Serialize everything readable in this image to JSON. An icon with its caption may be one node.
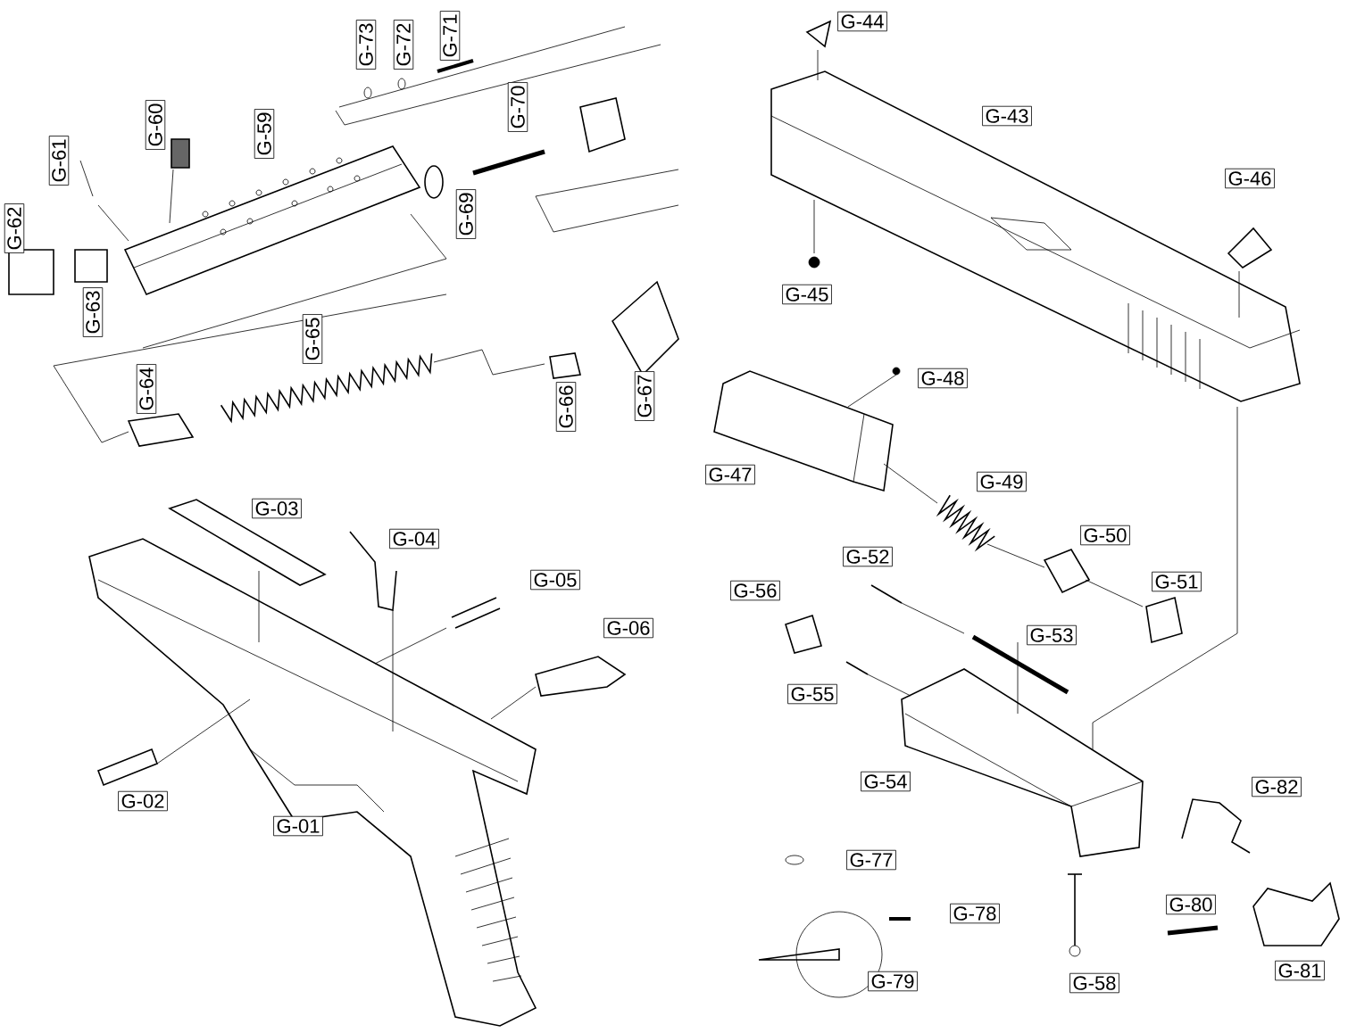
{
  "diagram": {
    "labels": [
      "G-73",
      "G-72",
      "G-71",
      "G-60",
      "G-59",
      "G-70",
      "G-61",
      "G-62",
      "G-69",
      "G-63",
      "G-65",
      "G-64",
      "G-66",
      "G-67",
      "G-03",
      "G-04",
      "G-05",
      "G-06",
      "G-02",
      "G-01",
      "G-44",
      "G-43",
      "G-46",
      "G-45",
      "G-48",
      "G-47",
      "G-49",
      "G-50",
      "G-52",
      "G-56",
      "G-51",
      "G-53",
      "G-55",
      "G-54",
      "G-82",
      "G-77",
      "G-80",
      "G-78",
      "G-81",
      "G-79",
      "G-58"
    ]
  }
}
